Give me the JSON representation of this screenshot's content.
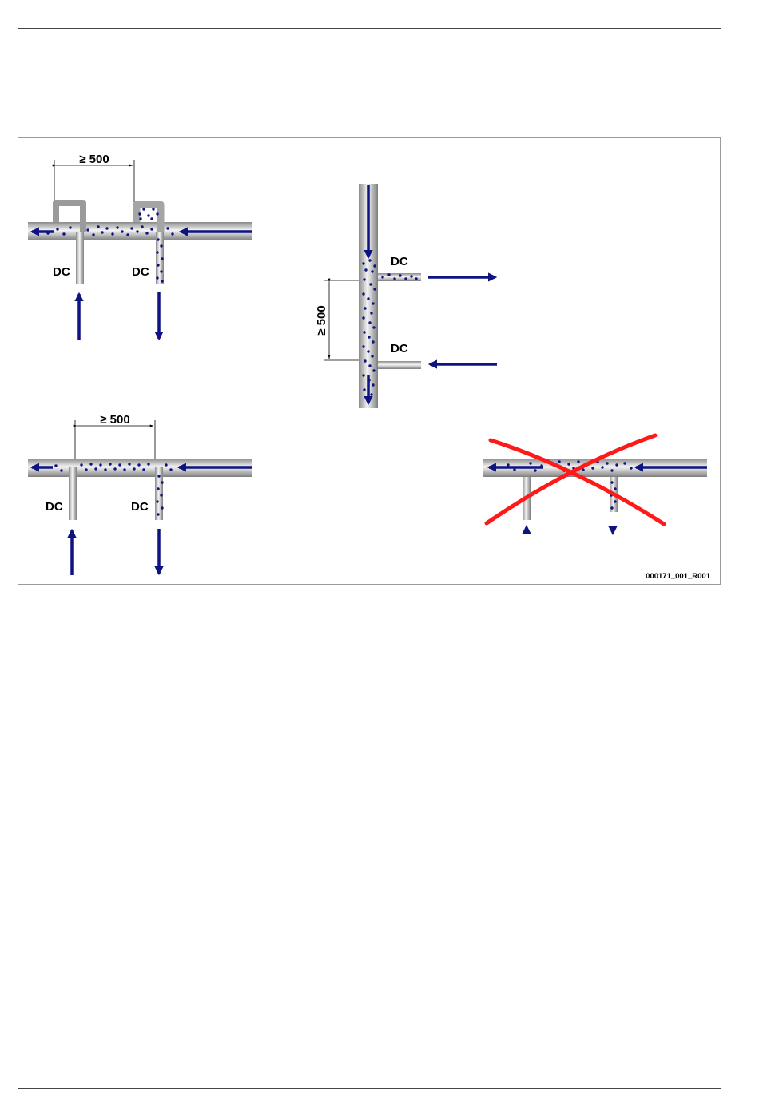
{
  "figure": {
    "dim_label": "≥ 500",
    "dc_label": "DC",
    "figure_code": "000171_001_R001",
    "colors": {
      "flow": "#0d1380",
      "pipe_light": "#f2f2f2",
      "pipe_dark": "#8a8a8a",
      "cross": "#ff1a1a",
      "frame": "#9a9a9a"
    }
  }
}
